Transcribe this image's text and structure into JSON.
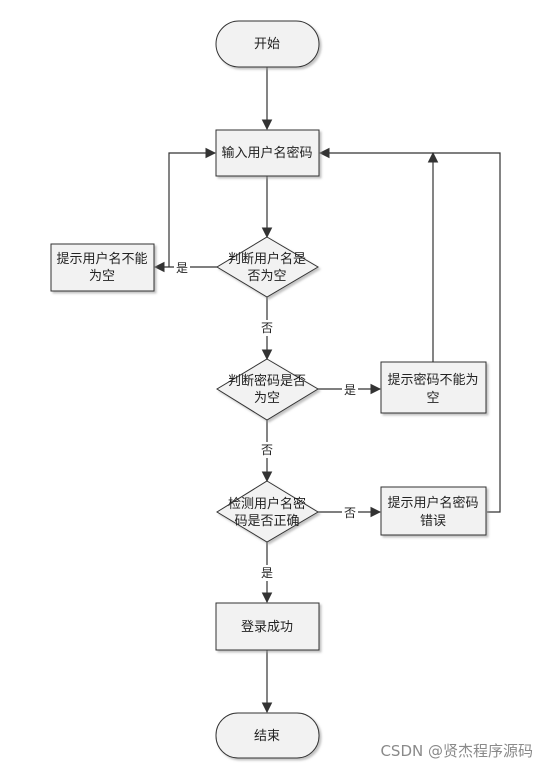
{
  "diagram": {
    "nodes": {
      "start": {
        "label": "开始"
      },
      "input": {
        "label": "输入用户名密码"
      },
      "check_user_empty": {
        "lines": [
          "判断用户名是",
          "否为空"
        ]
      },
      "hint_user_empty": {
        "lines": [
          "提示用户名不能",
          "为空"
        ]
      },
      "check_pwd_empty": {
        "lines": [
          "判断密码是否",
          "为空"
        ]
      },
      "hint_pwd_empty": {
        "lines": [
          "提示密码不能为",
          "空"
        ]
      },
      "verify": {
        "lines": [
          "检测用户名密",
          "码是否正确"
        ]
      },
      "hint_wrong": {
        "lines": [
          "提示用户名密码",
          "错误"
        ]
      },
      "success": {
        "label": "登录成功"
      },
      "end": {
        "label": "结束"
      }
    },
    "edge_labels": {
      "user_empty_yes": "是",
      "user_empty_no": "否",
      "pwd_empty_yes": "是",
      "pwd_empty_no": "否",
      "verify_no": "否",
      "verify_yes": "是"
    },
    "colors": {
      "node_fill": "#f2f2f2",
      "stroke": "#333333",
      "text": "#222222"
    }
  },
  "watermark": "CSDN @贤杰程序源码"
}
